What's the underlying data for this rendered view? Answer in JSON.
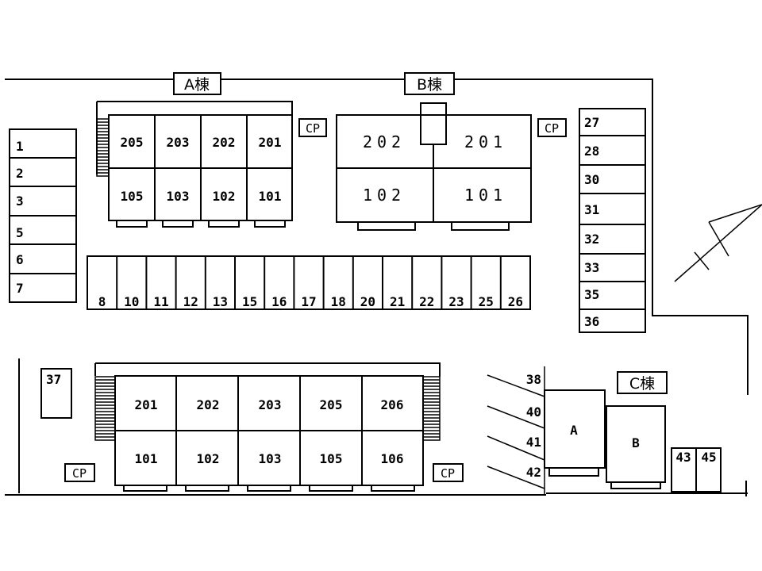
{
  "buildings": {
    "a_label": "A棟",
    "b_label": "B棟",
    "c_label": "C棟",
    "a": {
      "upper": [
        "205",
        "203",
        "202",
        "201"
      ],
      "lower": [
        "105",
        "103",
        "102",
        "101"
      ]
    },
    "b": {
      "upper": [
        "202",
        "201"
      ],
      "lower": [
        "102",
        "101"
      ]
    },
    "d": {
      "upper": [
        "201",
        "202",
        "203",
        "205",
        "206"
      ],
      "lower": [
        "101",
        "102",
        "103",
        "105",
        "106"
      ]
    },
    "c": {
      "units": [
        "A",
        "B"
      ]
    }
  },
  "cp_label": "CP",
  "parking": {
    "left_column": [
      "1",
      "2",
      "3",
      "5",
      "6",
      "7"
    ],
    "middle_row": [
      "8",
      "10",
      "11",
      "12",
      "13",
      "15",
      "16",
      "17",
      "18",
      "20",
      "21",
      "22",
      "23",
      "25",
      "26"
    ],
    "right_column": [
      "27",
      "28",
      "30",
      "31",
      "32",
      "33",
      "35",
      "36"
    ],
    "single": "37",
    "diagonal": [
      "38",
      "40",
      "41",
      "42"
    ],
    "bottom_right": [
      "43",
      "45"
    ]
  }
}
